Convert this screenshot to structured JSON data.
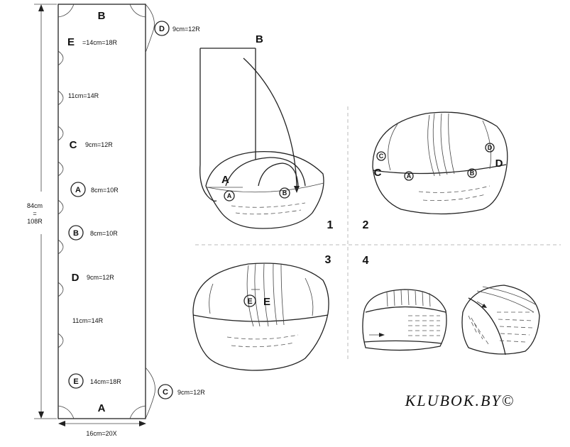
{
  "strip": {
    "top_letter": "B",
    "bottom_letter": "A",
    "height_label": "84cm",
    "height_eq": "=",
    "height_rows": "108R",
    "width_label": "16cm=20X",
    "segments": [
      {
        "letter": "E",
        "text": "=14cm=18R"
      },
      {
        "letter": "",
        "text": "11cm=14R"
      },
      {
        "letter": "C",
        "text": "9cm=12R"
      },
      {
        "letter": "A",
        "text": "8cm=10R"
      },
      {
        "letter": "B",
        "text": "8cm=10R"
      },
      {
        "letter": "D",
        "text": "9cm=12R"
      },
      {
        "letter": "",
        "text": "11cm=14R"
      },
      {
        "letter": "E",
        "text": "14cm=18R"
      }
    ],
    "side_top": {
      "letter": "D",
      "text": "9cm=12R"
    },
    "side_bottom": {
      "letter": "C",
      "text": "9cm=12R"
    }
  },
  "step1": {
    "number": "1",
    "label_B": "B",
    "label_A": "A",
    "circle_A": "A",
    "circle_B": "B"
  },
  "step2": {
    "number": "2",
    "marks": [
      "C",
      "C",
      "A",
      "B",
      "D",
      "D"
    ]
  },
  "step3": {
    "number": "3",
    "circle_E": "E",
    "label_E": "E"
  },
  "step4": {
    "number": "4"
  },
  "brand": "KLUBOK.BY©"
}
